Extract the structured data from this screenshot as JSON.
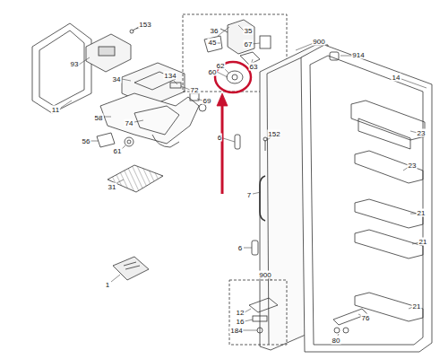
{
  "diagram": {
    "labels": [
      "153",
      "36",
      "35",
      "45",
      "900",
      "67",
      "914",
      "93",
      "62",
      "63",
      "60",
      "34",
      "14",
      "134",
      "72",
      "69",
      "11",
      "58",
      "74",
      "23",
      "152",
      "6",
      "56",
      "61",
      "23",
      "31",
      "7",
      "21",
      "21",
      "6",
      "900",
      "1",
      "21",
      "12",
      "76",
      "16",
      "184",
      "80"
    ]
  }
}
